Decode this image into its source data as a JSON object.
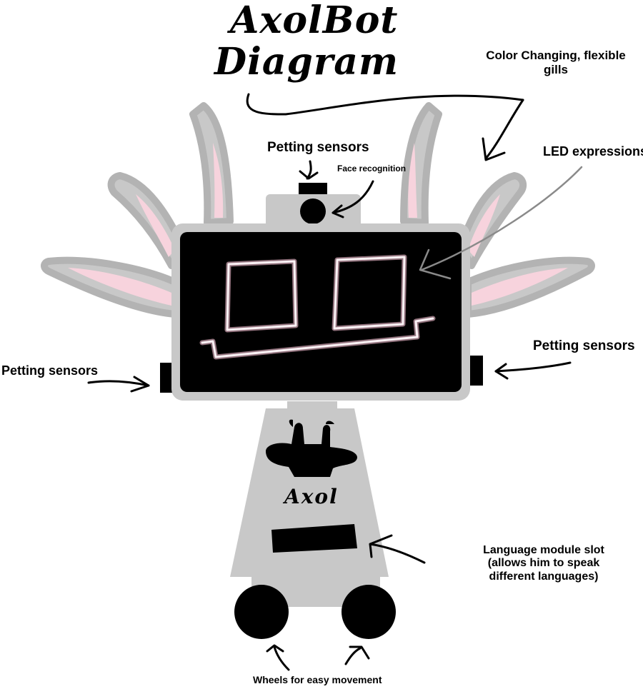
{
  "title": {
    "line1": "AxolBot",
    "line2": "Diagram"
  },
  "labels": {
    "gills": "Color Changing, flexible gills",
    "petting_top": "Petting sensors",
    "face_recognition": "Face recognition",
    "led": "LED expressions",
    "petting_left": "Petting sensors",
    "petting_right": "Petting sensors",
    "language_slot": "Language module slot (allows him to speak different languages)",
    "wheels": "Wheels for easy movement"
  },
  "body_text": "Axol",
  "colors": {
    "robot_gray": "#c8c8c8",
    "outline_gray": "#b3b3b3",
    "gill_pink": "#f7d3dd",
    "screen": "#000000",
    "led_glow": "#f4e4ea"
  }
}
